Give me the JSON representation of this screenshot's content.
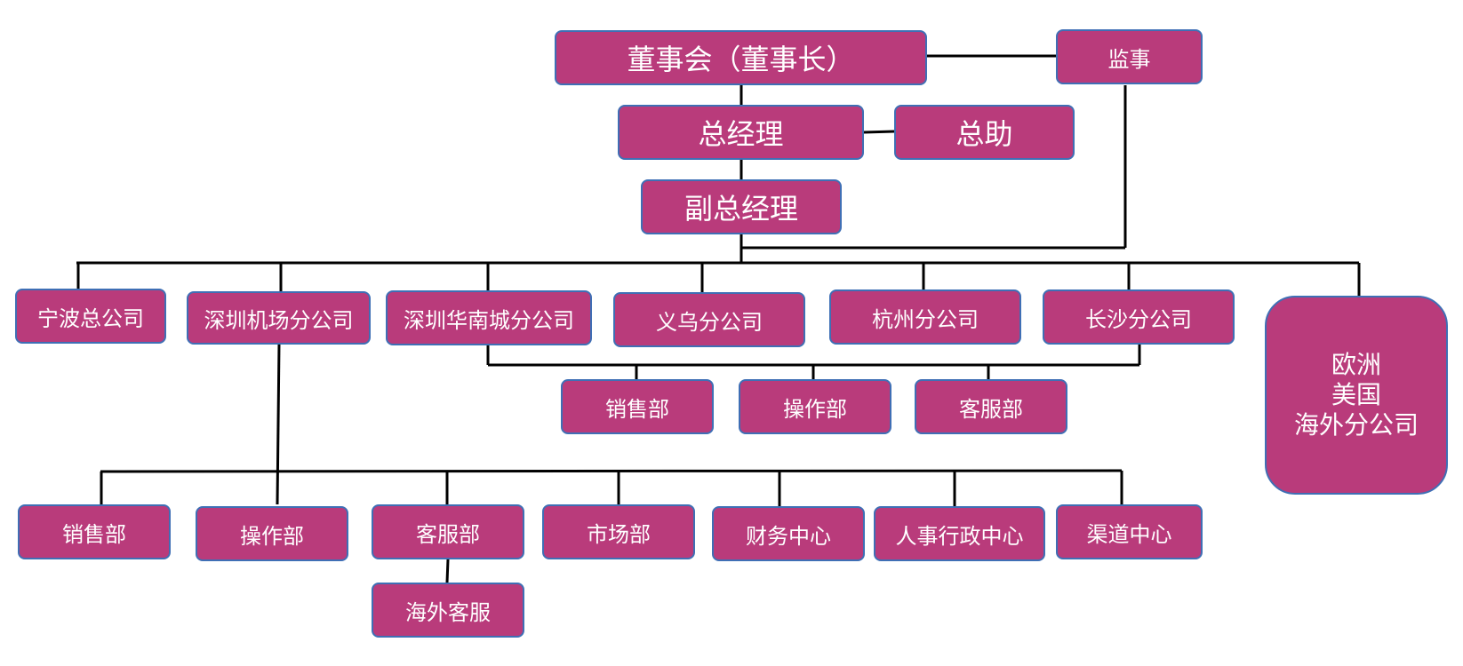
{
  "org": {
    "board": "董事会（董事长）",
    "supervisor": "监事",
    "gm": "总经理",
    "assistant": "总助",
    "vice_gm": "副总经理",
    "branches": {
      "ningbo": "宁波总公司",
      "szairport": "深圳机场分公司",
      "szhuanan": "深圳华南城分公司",
      "yiwu": "义乌分公司",
      "hangzhou": "杭州分公司",
      "changsha": "长沙分公司",
      "overseas": [
        "欧洲",
        "美国",
        "海外分公司"
      ]
    },
    "branch_depts": [
      "销售部",
      "操作部",
      "客服部"
    ],
    "airport_depts": [
      "销售部",
      "操作部",
      "客服部",
      "市场部",
      "财务中心",
      "人事行政中心",
      "渠道中心"
    ],
    "overseas_cs": "海外客服"
  },
  "colors": {
    "box_fill": "#b93b7b",
    "box_border": "#3f6fb5",
    "line": "#000000",
    "text": "#ffffff"
  }
}
